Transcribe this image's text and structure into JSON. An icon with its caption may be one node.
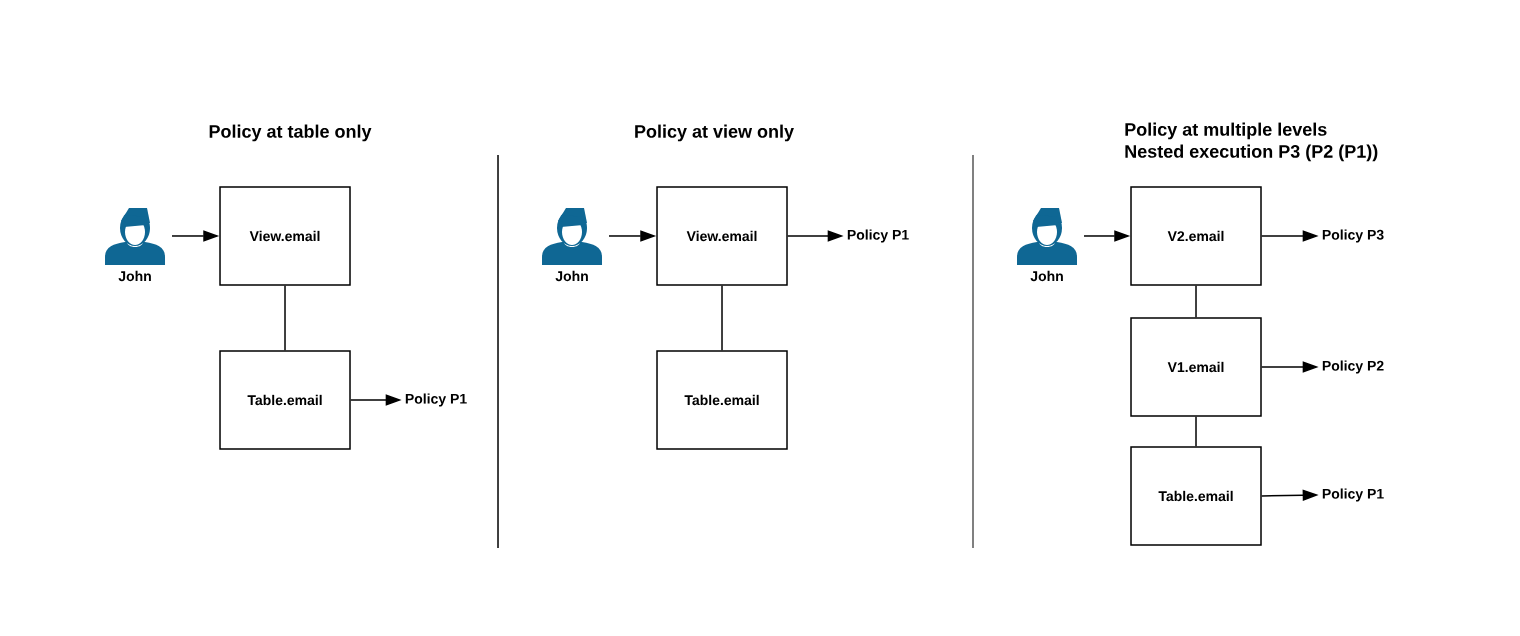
{
  "diagram": {
    "nodes": [
      {
        "text": [
          "John"
        ]
      },
      {
        "text": [
          "View.email"
        ]
      },
      {
        "text": [
          "Table.email"
        ]
      },
      {
        "text": [
          "Policy P1"
        ]
      },
      {
        "text": [
          "John"
        ]
      },
      {
        "text": [
          "View.email"
        ]
      },
      {
        "text": [
          "Table.email"
        ]
      },
      {
        "text": [
          "Policy P1"
        ]
      },
      {
        "text": [
          "John"
        ]
      },
      {
        "text": [
          "V2.email"
        ]
      },
      {
        "text": [
          "V1.email"
        ]
      },
      {
        "text": [
          "Table.email"
        ]
      },
      {
        "text": [
          "Policy P3"
        ]
      },
      {
        "text": [
          "Policy P2"
        ]
      },
      {
        "text": [
          "Policy P1"
        ]
      }
    ],
    "edges": [
      {
        "from": 0,
        "to": 1,
        "arrow": "to"
      },
      {
        "from": 1,
        "to": 2,
        "arrow": "none"
      },
      {
        "from": 2,
        "to": 3,
        "arrow": "to"
      },
      {
        "from": 4,
        "to": 5,
        "arrow": "to"
      },
      {
        "from": 5,
        "to": 7,
        "arrow": "to"
      },
      {
        "from": 5,
        "to": 6,
        "arrow": "none"
      },
      {
        "from": 8,
        "to": 9,
        "arrow": "to"
      },
      {
        "from": 9,
        "to": 12,
        "arrow": "to"
      },
      {
        "from": 9,
        "to": 10,
        "arrow": "none"
      },
      {
        "from": 10,
        "to": 13,
        "arrow": "to"
      },
      {
        "from": 10,
        "to": 11,
        "arrow": "none"
      },
      {
        "from": 11,
        "to": 14,
        "arrow": "to"
      }
    ],
    "labels": [
      "Policy at table only",
      "Policy at view only",
      "Policy at multiple levels",
      "Nested execution P3 (P2 (P1))"
    ]
  }
}
